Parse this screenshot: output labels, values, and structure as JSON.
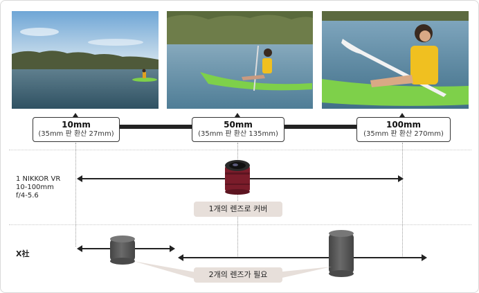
{
  "focal_points": [
    {
      "main": "10mm",
      "sub": "(35mm 판 환산 27mm)"
    },
    {
      "main": "50mm",
      "sub": "(35mm 판 환산 135mm)"
    },
    {
      "main": "100mm",
      "sub": "(35mm 판 환산 270mm)"
    }
  ],
  "rows": {
    "nikkor": {
      "label_line1": "1 NIKKOR VR",
      "label_line2": "10-100mm",
      "label_line3": "f/4-5.6",
      "callout": "1개의 렌즈로 커버"
    },
    "competitor": {
      "label": "X社",
      "callout": "2개의 렌즈가 필요"
    }
  },
  "colors": {
    "callout_bg": "#e7dfda",
    "lens_red": "#7a1c2a",
    "kayak_green": "#7ed04a"
  },
  "icons": [
    "nikkor-lens-icon",
    "competitor-lens-icon",
    "competitor-lens-large-icon"
  ]
}
